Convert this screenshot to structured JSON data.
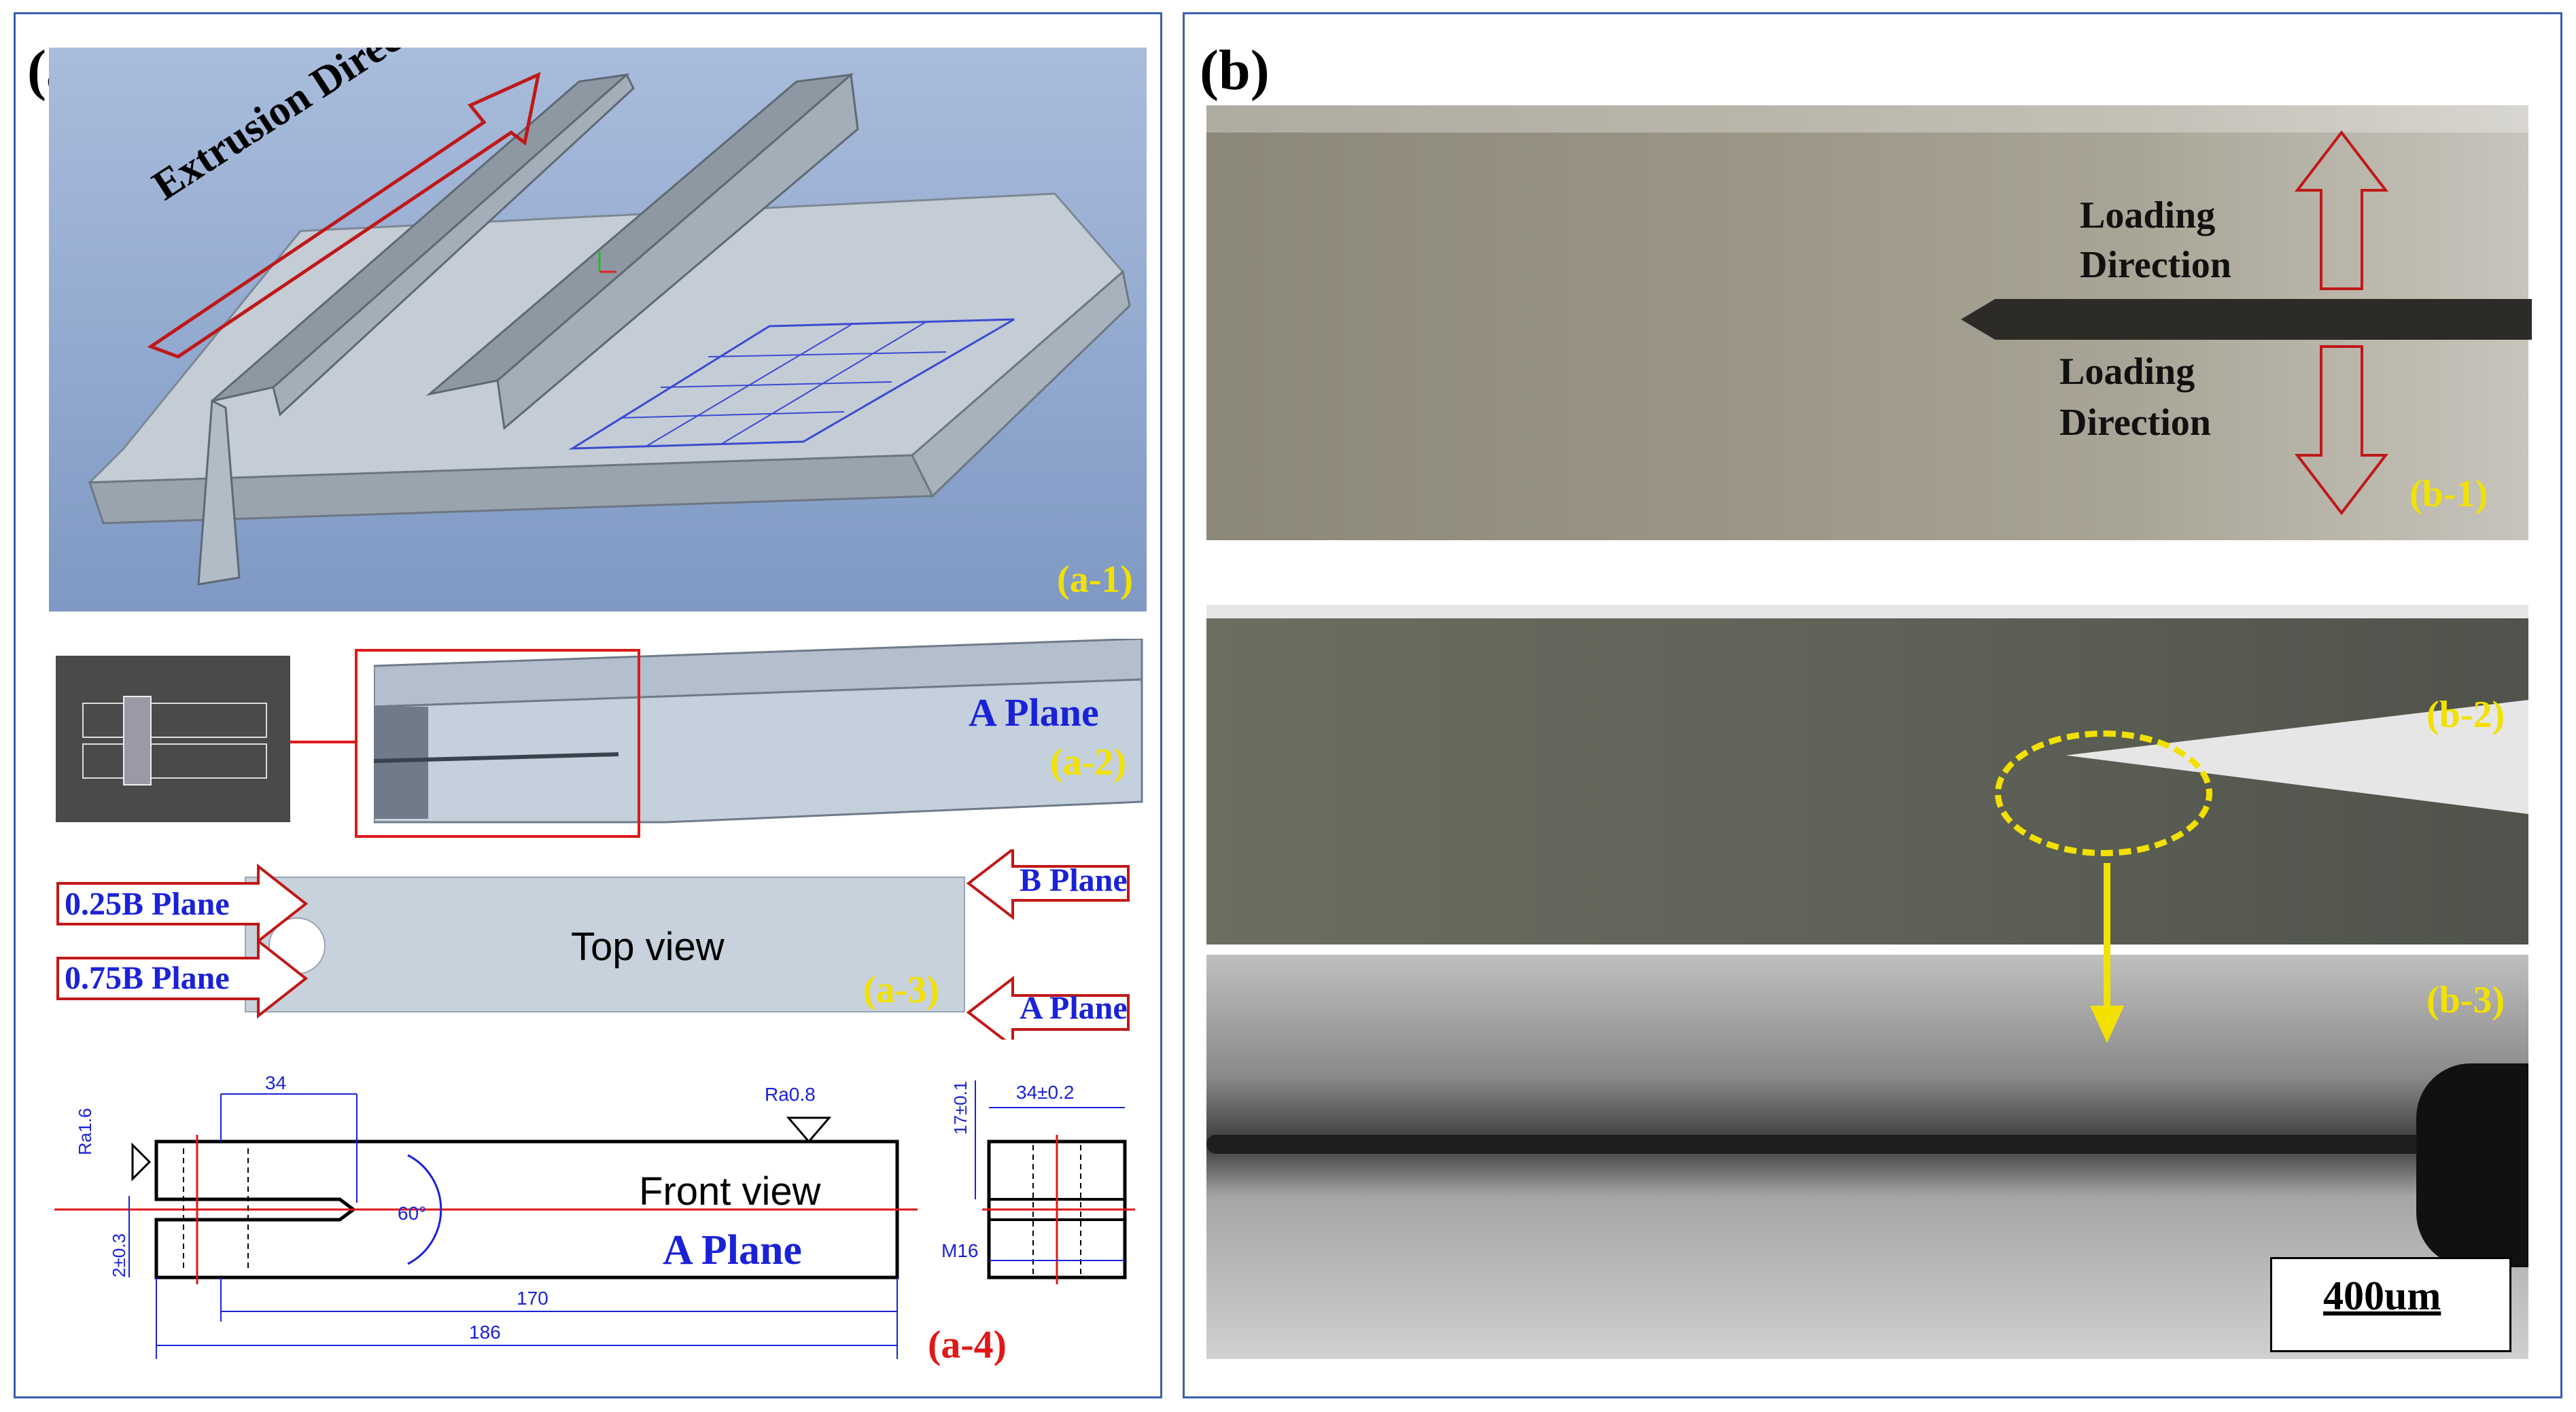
{
  "panel_a": {
    "label": "(a)",
    "a1": {
      "label": "(a-1)",
      "arrow_text": "Extrusion Direction"
    },
    "a2": {
      "label": "(a-2)",
      "plane_text": "A Plane"
    },
    "a3": {
      "label": "(a-3)",
      "view_text": "Top view",
      "left_top_arrow": "0.25B Plane",
      "left_bottom_arrow": "0.75B Plane",
      "right_top_arrow": "B Plane",
      "right_bottom_arrow": "A Plane"
    },
    "a4": {
      "label": "(a-4)",
      "view_text": "Front view",
      "plane_text": "A Plane",
      "dim_34": "34",
      "dim_ra08": "Ra0.8",
      "dim_ra16": "Ra1.6",
      "dim_60": "60°",
      "dim_2": "2±0.3",
      "dim_170": "170",
      "dim_186": "186",
      "dim_17": "17±0.1",
      "dim_34b": "34±0.2",
      "dim_m16": "M16"
    }
  },
  "panel_b": {
    "label": "(b)",
    "b1": {
      "label": "(b-1)",
      "load_top_1": "Loading",
      "load_top_2": "Direction",
      "load_bot_1": "Loading",
      "load_bot_2": "Direction"
    },
    "b2": {
      "label": "(b-2)"
    },
    "b3": {
      "label": "(b-3)",
      "scale": "400um"
    }
  },
  "colors": {
    "frame": "#3b5fb0",
    "yellow_label": "#f2e100",
    "blue_text": "#1a22d8",
    "red_text": "#e01818",
    "cad_bg": "#8fa7cc"
  }
}
